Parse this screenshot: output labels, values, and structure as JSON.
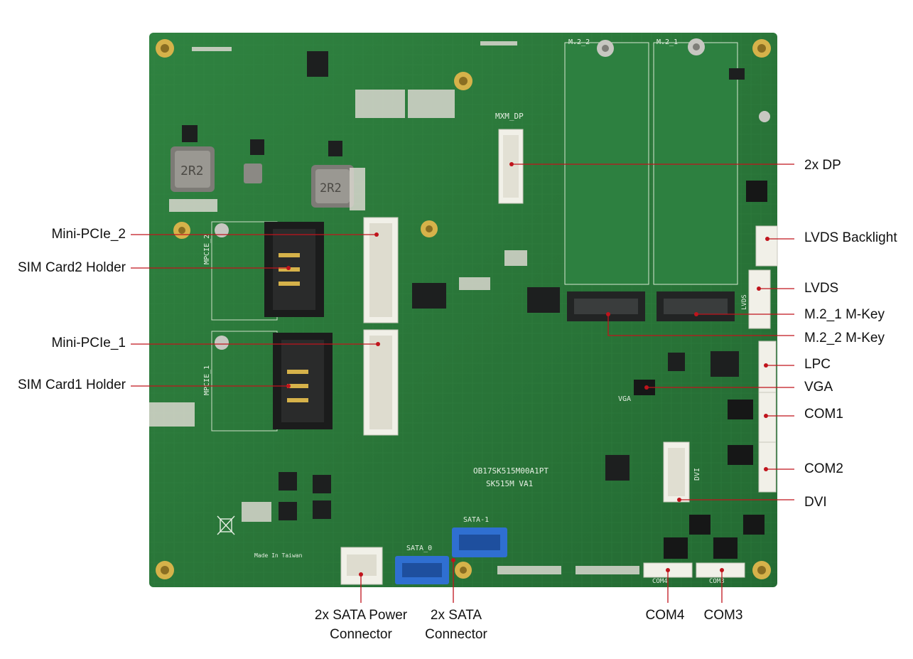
{
  "colors": {
    "pcb": "#2c7a3c",
    "pcb_dark": "#1f5e2d",
    "leader": "#c0141c",
    "silkscreen": "#e6efe3",
    "sata_blue": "#2f6fd1",
    "connector_white": "#f1f0e8",
    "gold": "#d6b24a"
  },
  "labels": {
    "dp": "2x DP",
    "lvds_backlight": "LVDS Backlight",
    "lvds": "LVDS",
    "m2_1": "M.2_1 M-Key",
    "m2_2": "M.2_2 M-Key",
    "lpc": "LPC",
    "vga": "VGA",
    "com1": "COM1",
    "com2": "COM2",
    "dvi": "DVI",
    "mpcie2": "Mini-PCIe_2",
    "sim2": "SIM Card2 Holder",
    "mpcie1": "Mini-PCIe_1",
    "sim1": "SIM Card1 Holder",
    "sata_power_1": "2x SATA Power",
    "sata_power_2": "Connector",
    "sata_1": "2x SATA",
    "sata_2": "Connector",
    "com4": "COM4",
    "com3": "COM3"
  },
  "silkscreen": {
    "mxm_dp": "MXM_DP",
    "m2_2": "M.2_2",
    "m2_1": "M.2_1",
    "mpcie_2": "MPCIE_2",
    "mpcie_1": "MPCIE_1",
    "sata_0": "SATA_0",
    "sata_1": "SATA-1",
    "board_id": "OB17SK515M00A1PT",
    "board_ver": "SK515M VA1",
    "vga": "VGA",
    "dvi": "DVI",
    "lvds": "LVDS",
    "com4": "COM4",
    "com3": "COM3",
    "inductor": "2R2",
    "made_in": "Made In Taiwan"
  },
  "icons": {
    "weee": "crossed-bin-icon",
    "screw": "mounting-hole-icon"
  }
}
